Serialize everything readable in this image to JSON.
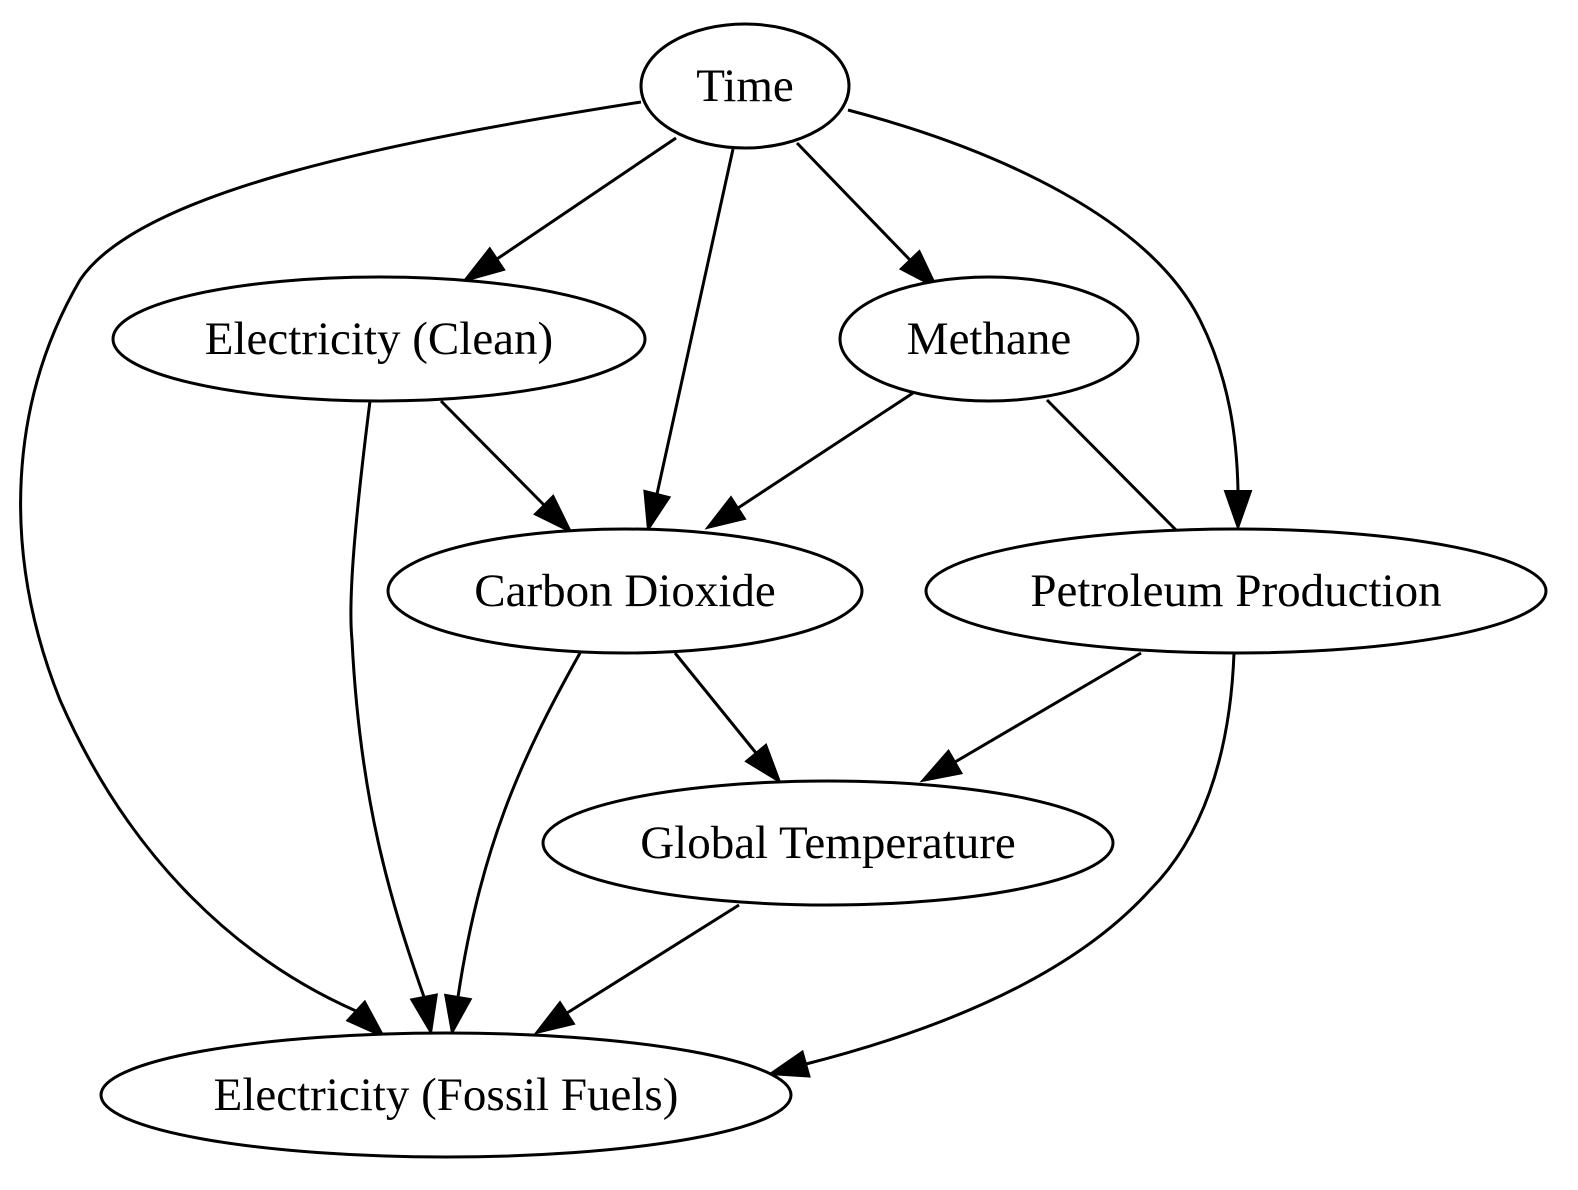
{
  "diagram": {
    "type": "directed-graph",
    "nodes": [
      {
        "id": "time",
        "label": "Time"
      },
      {
        "id": "elec_clean",
        "label": "Electricity (Clean)"
      },
      {
        "id": "methane",
        "label": "Methane"
      },
      {
        "id": "co2",
        "label": "Carbon Dioxide"
      },
      {
        "id": "petroleum",
        "label": "Petroleum Production"
      },
      {
        "id": "global_temp",
        "label": "Global Temperature"
      },
      {
        "id": "elec_fossil",
        "label": "Electricity (Fossil Fuels)"
      }
    ],
    "edges": [
      {
        "from": "time",
        "to": "elec_clean",
        "directed": true
      },
      {
        "from": "time",
        "to": "co2",
        "directed": true
      },
      {
        "from": "time",
        "to": "methane",
        "directed": true
      },
      {
        "from": "time",
        "to": "petroleum",
        "directed": true
      },
      {
        "from": "time",
        "to": "elec_fossil",
        "directed": true
      },
      {
        "from": "elec_clean",
        "to": "co2",
        "directed": true
      },
      {
        "from": "elec_clean",
        "to": "elec_fossil",
        "directed": true
      },
      {
        "from": "methane",
        "to": "co2",
        "directed": true
      },
      {
        "from": "methane",
        "to": "petroleum",
        "directed": false
      },
      {
        "from": "co2",
        "to": "global_temp",
        "directed": true
      },
      {
        "from": "co2",
        "to": "elec_fossil",
        "directed": true
      },
      {
        "from": "petroleum",
        "to": "global_temp",
        "directed": true
      },
      {
        "from": "petroleum",
        "to": "elec_fossil",
        "directed": true
      },
      {
        "from": "global_temp",
        "to": "elec_fossil",
        "directed": true
      }
    ],
    "colors": {
      "stroke": "#000000",
      "fill": "#ffffff",
      "background": "#ffffff"
    }
  }
}
